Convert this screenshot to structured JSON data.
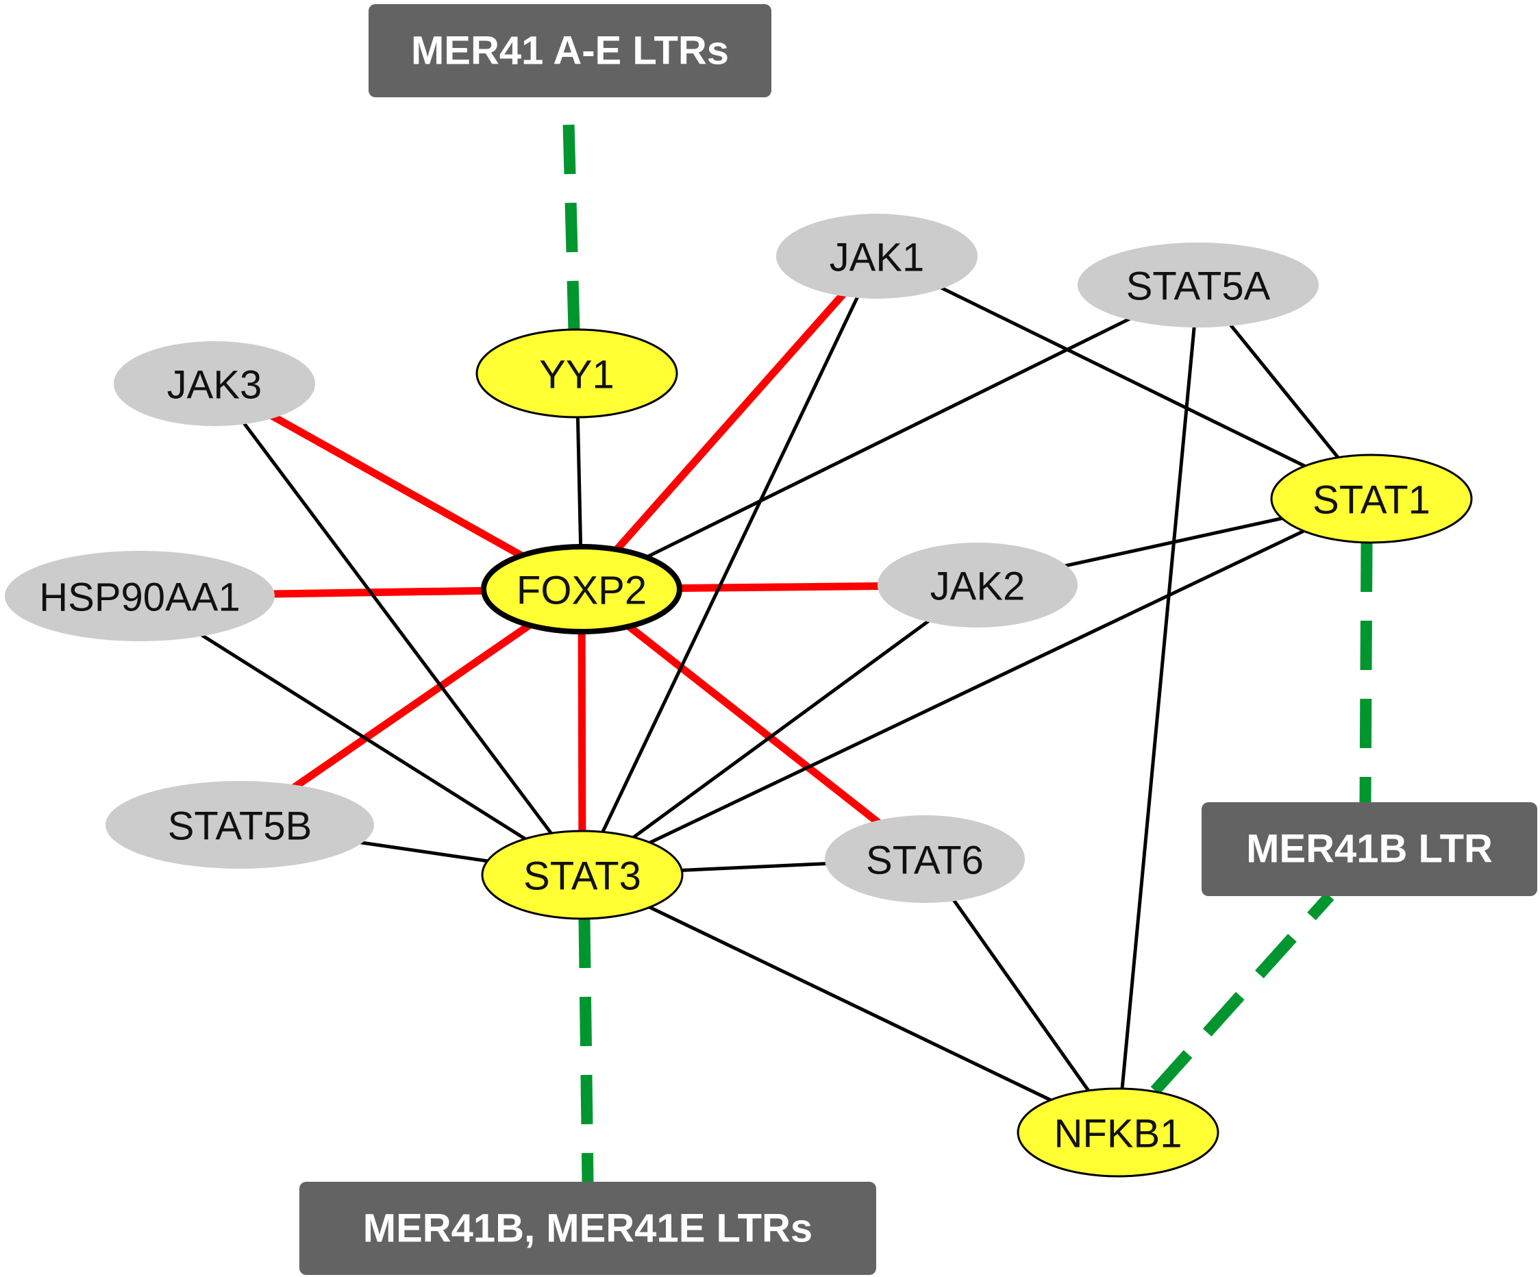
{
  "colors": {
    "highlight_node": "#ffff33",
    "plain_node": "#cccccc",
    "box": "#636363",
    "edge_black": "#000000",
    "edge_red": "#ff0000",
    "edge_green": "#00962f"
  },
  "boxes": {
    "mer41_a_e": "MER41 A-E LTRs",
    "mer41b": "MER41B LTR",
    "mer41b_e": "MER41B,  MER41E LTRs"
  },
  "nodes": {
    "jak1": "JAK1",
    "stat5a": "STAT5A",
    "jak3": "JAK3",
    "yy1": "YY1",
    "stat1": "STAT1",
    "hsp90aa1": "HSP90AA1",
    "foxp2": "FOXP2",
    "jak2": "JAK2",
    "stat5b": "STAT5B",
    "stat3": "STAT3",
    "stat6": "STAT6",
    "nfkb1": "NFKB1"
  },
  "edges": [
    {
      "from": "foxp2",
      "to": "jak3",
      "type": "red"
    },
    {
      "from": "foxp2",
      "to": "jak1",
      "type": "red"
    },
    {
      "from": "foxp2",
      "to": "hsp90aa1",
      "type": "red"
    },
    {
      "from": "foxp2",
      "to": "jak2",
      "type": "red"
    },
    {
      "from": "foxp2",
      "to": "stat5b",
      "type": "red"
    },
    {
      "from": "foxp2",
      "to": "stat3",
      "type": "red"
    },
    {
      "from": "foxp2",
      "to": "stat6",
      "type": "red"
    },
    {
      "from": "foxp2",
      "to": "yy1",
      "type": "black"
    },
    {
      "from": "foxp2",
      "to": "stat5a",
      "type": "black"
    },
    {
      "from": "jak1",
      "to": "stat1",
      "type": "black"
    },
    {
      "from": "jak1",
      "to": "stat3",
      "type": "black"
    },
    {
      "from": "stat5a",
      "to": "stat1",
      "type": "black"
    },
    {
      "from": "stat5a",
      "to": "nfkb1",
      "type": "black"
    },
    {
      "from": "jak3",
      "to": "stat3",
      "type": "black"
    },
    {
      "from": "hsp90aa1",
      "to": "stat3",
      "type": "black"
    },
    {
      "from": "stat5b",
      "to": "stat3",
      "type": "black"
    },
    {
      "from": "stat3",
      "to": "stat6",
      "type": "black"
    },
    {
      "from": "stat3",
      "to": "jak2",
      "type": "black"
    },
    {
      "from": "stat3",
      "to": "stat1",
      "type": "black"
    },
    {
      "from": "stat3",
      "to": "nfkb1",
      "type": "black"
    },
    {
      "from": "jak2",
      "to": "stat1",
      "type": "black"
    },
    {
      "from": "stat6",
      "to": "nfkb1",
      "type": "black"
    },
    {
      "from": "yy1",
      "to": "mer41_a_e",
      "type": "green"
    },
    {
      "from": "stat1",
      "to": "mer41b",
      "type": "green"
    },
    {
      "from": "nfkb1",
      "to": "mer41b",
      "type": "green"
    },
    {
      "from": "stat3",
      "to": "mer41b_e",
      "type": "green"
    }
  ]
}
